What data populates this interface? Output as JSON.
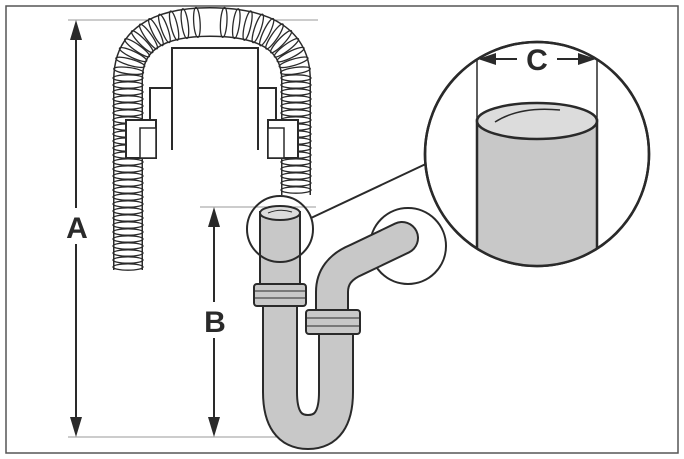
{
  "labels": {
    "a": "A",
    "b": "B",
    "c": "C"
  },
  "colors": {
    "pipe_fill": "#c8c8c8",
    "pipe_fill_light": "#dcdcdc",
    "outline": "#2a2a2a",
    "frame": "#555555",
    "hose_fill": "#ffffff"
  }
}
